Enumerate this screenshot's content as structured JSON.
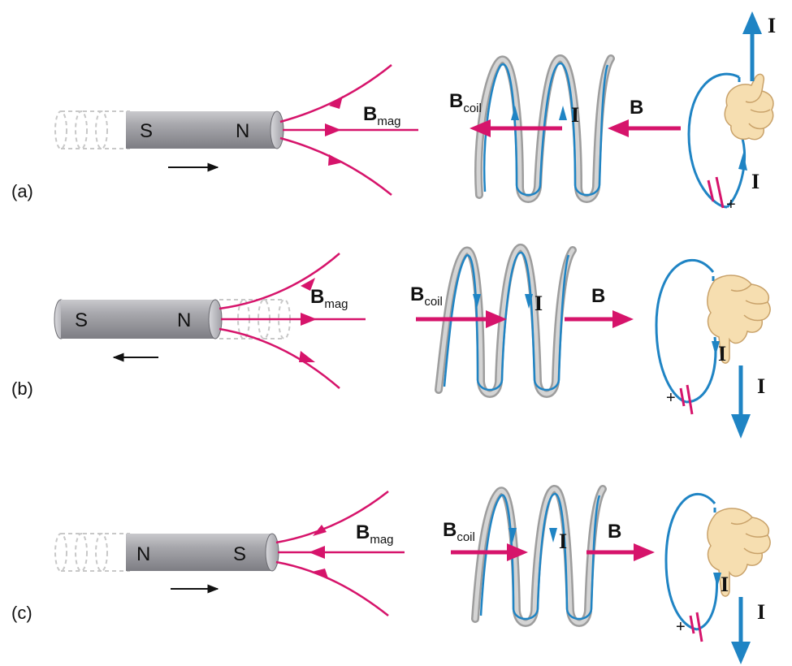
{
  "panels": [
    {
      "id": "a",
      "label": "(a)",
      "magnet_left_pole": "S",
      "magnet_right_pole": "N",
      "b_mag_symbol": "B",
      "b_mag_subscript": "mag",
      "b_coil_symbol": "B",
      "b_coil_subscript": "coil",
      "b_symbol": "B",
      "current_symbol": "I",
      "battery_sign": "+"
    },
    {
      "id": "b",
      "label": "(b)",
      "magnet_left_pole": "S",
      "magnet_right_pole": "N",
      "b_mag_symbol": "B",
      "b_mag_subscript": "mag",
      "b_coil_symbol": "B",
      "b_coil_subscript": "coil",
      "b_symbol": "B",
      "current_symbol": "I",
      "battery_sign": "+"
    },
    {
      "id": "c",
      "label": "(c)",
      "magnet_left_pole": "N",
      "magnet_right_pole": "S",
      "b_mag_symbol": "B",
      "b_mag_subscript": "mag",
      "b_coil_symbol": "B",
      "b_coil_subscript": "coil",
      "b_symbol": "B",
      "current_symbol": "I",
      "battery_sign": "+"
    }
  ],
  "colors": {
    "field_line": "#d6146b",
    "current": "#1f84c4",
    "magnet_body": "#9a9aa0",
    "coil_gray": "#9d9d9d",
    "hand": "#f6deb0"
  }
}
